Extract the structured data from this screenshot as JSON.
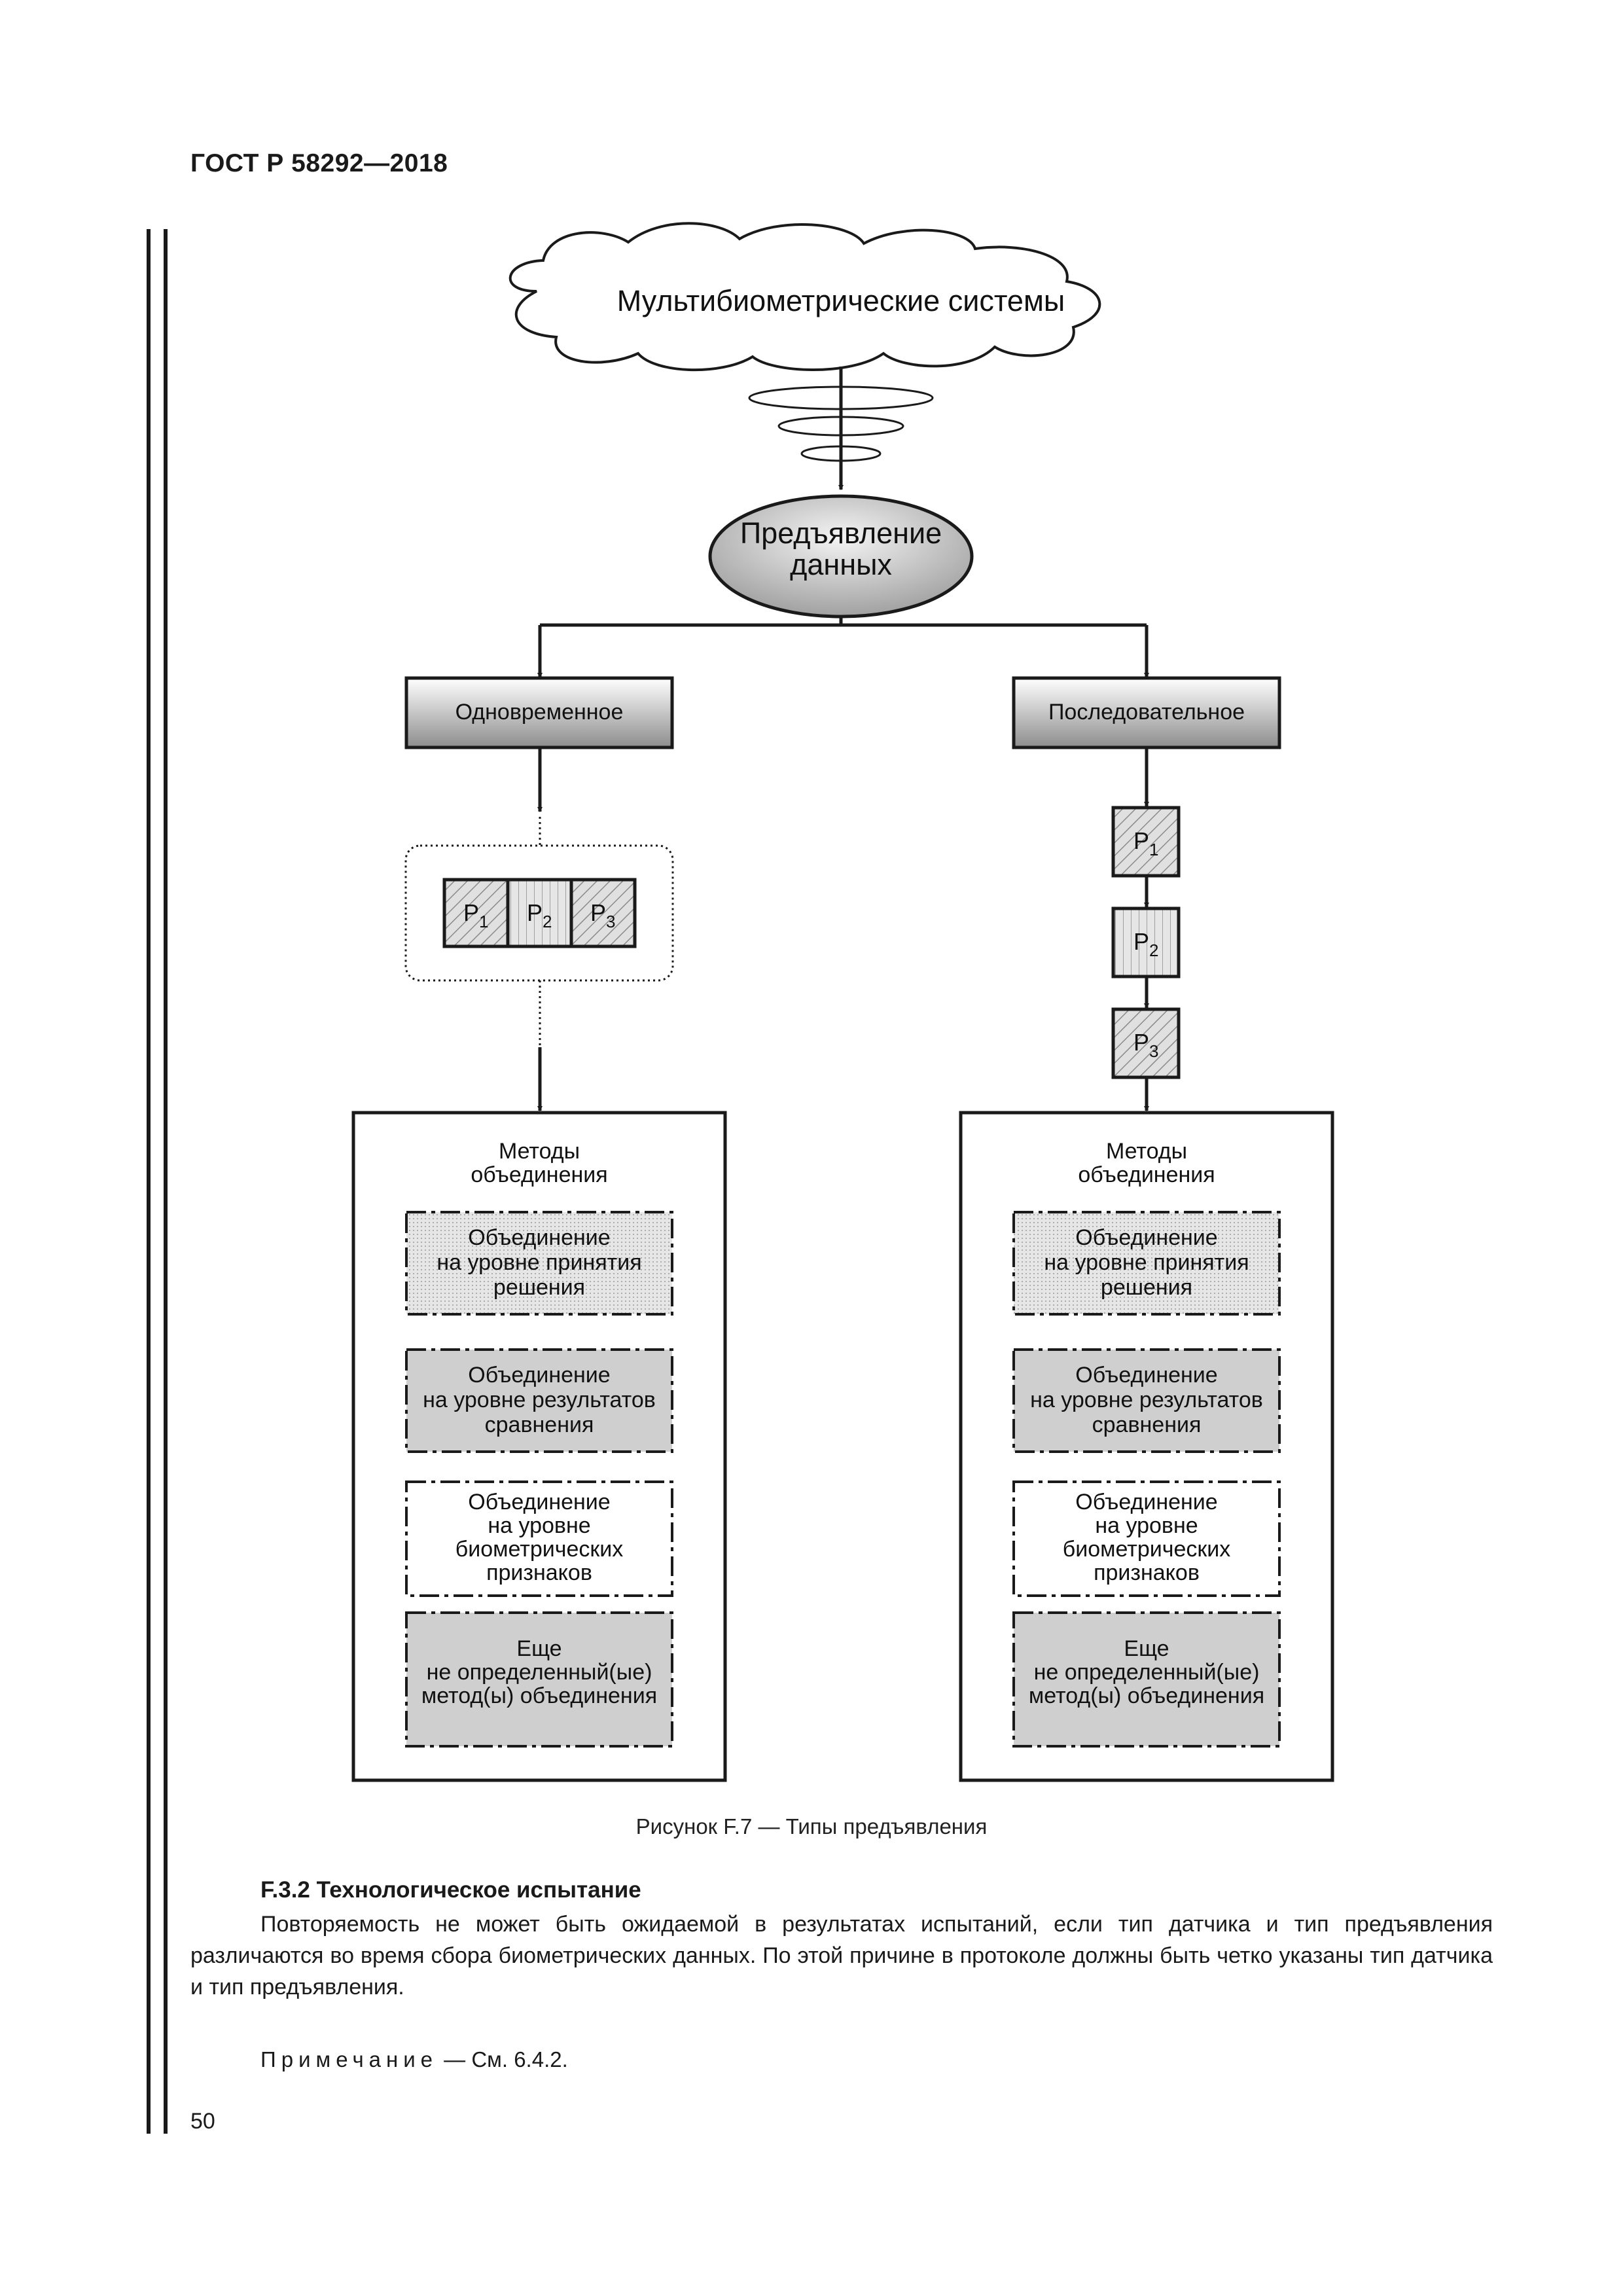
{
  "header": {
    "doc_code": "ГОСТ Р 58292—2018"
  },
  "diagram": {
    "cloud": "Мультибиометрические системы",
    "ellipse": [
      "Предъявление",
      "данных"
    ],
    "left_branch": "Одновременное",
    "right_branch": "Последовательное",
    "p_letter": "P",
    "p_subs": [
      "1",
      "2",
      "3"
    ],
    "methods_title": [
      "Методы",
      "объединения"
    ],
    "methods": [
      [
        "Объединение",
        "на уровне  принятия",
        "решения"
      ],
      [
        "Объединение",
        "на уровне результатов",
        "сравнения"
      ],
      [
        "Объединение",
        "на уровне",
        "биометрических",
        "признаков"
      ],
      [
        "Еще",
        "не определенный(ые)",
        "метод(ы) объединения"
      ]
    ],
    "colors": {
      "dark": "#1a1a1a",
      "gray_fill": "#cfcfcf",
      "dotted_fill": "#e4e4e4"
    }
  },
  "caption": "Рисунок F.7 — Типы предъявления",
  "section": {
    "title": "F.3.2 Технологическое испытание",
    "paragraph": "Повторяемость не может быть ожидаемой в результатах испытаний, если тип датчика и тип предъявления различаются во время сбора биометрических данных. По этой причине в протоколе должны быть четко указаны тип датчика и тип предъявления.",
    "note_label": "Примечание",
    "note_text": " — См. 6.4.2."
  },
  "page_number": "50"
}
